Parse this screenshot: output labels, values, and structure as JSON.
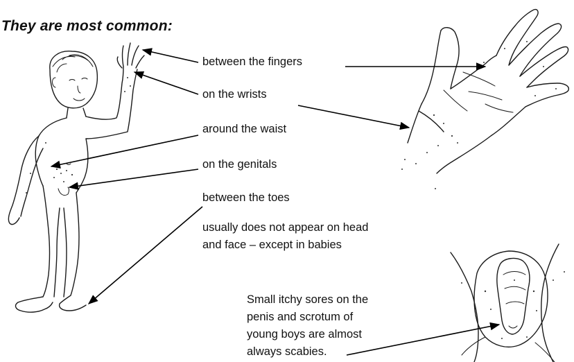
{
  "title": "They are most common:",
  "labels": {
    "fingers": "between the fingers",
    "wrists": "on the wrists",
    "waist": "around the waist",
    "genitals": "on the genitals",
    "toes": "between the toes"
  },
  "note_head": [
    "usually does not appear on head",
    "and face – except in babies"
  ],
  "note_boys": [
    "Small itchy sores on the",
    "penis and scrotum of",
    "young boys are almost",
    "always scabies."
  ]
}
